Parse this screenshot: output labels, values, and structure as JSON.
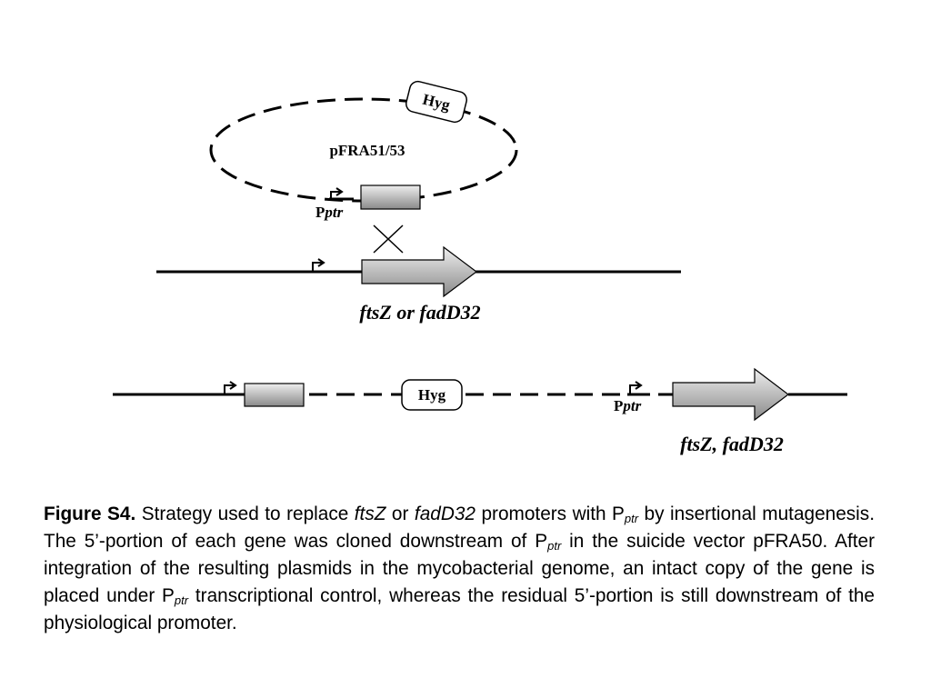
{
  "diagram": {
    "plasmid": {
      "name": "pFRA51/53",
      "marker": "Hyg",
      "promoter": {
        "P": "P",
        "sub": "ptr"
      }
    },
    "target_gene_label": "ftsZ or fadD32",
    "result": {
      "marker": "Hyg",
      "promoter": {
        "P": "P",
        "sub": "ptr"
      },
      "gene_label": "ftsZ, fadD32"
    },
    "colors": {
      "line": "#000000",
      "box_gradient_top": "#eeeeee",
      "box_gradient_bottom": "#8a8a8a"
    }
  },
  "caption": {
    "figure_label": "Figure S4.",
    "t1": " Strategy used to replace ",
    "gene1": "ftsZ",
    "t2": " or ",
    "gene2": "fadD32",
    "t3": " promoters with P",
    "sub1": "ptr",
    "t4": " by insertional mutagenesis. The 5’-portion of each gene was cloned downstream of P",
    "sub2": "ptr",
    "t5": " in the suicide vector pFRA50. After integration of the resulting plasmids in the mycobacterial genome, an intact copy of the gene is placed under P",
    "sub3": "ptr",
    "t6": " transcriptional control, whereas the residual 5’-portion is still downstream of the physiological promoter."
  }
}
